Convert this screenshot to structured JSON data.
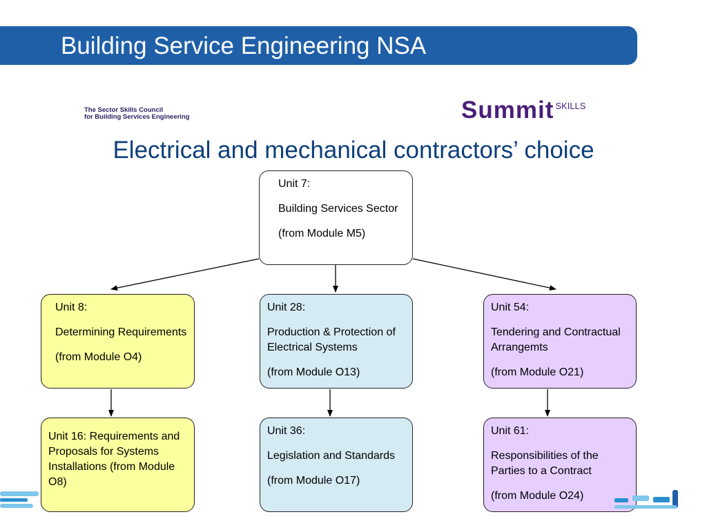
{
  "header": {
    "title": "Building Service Engineering NSA"
  },
  "logos": {
    "ssc_line1": "The Sector Skills Council",
    "ssc_line2": "for Building Services Engineering",
    "summit_word": "Summit",
    "summit_skills": "SKILLS"
  },
  "subtitle": "Electrical and mechanical contractors’ choice",
  "nodes": {
    "unit7": {
      "l1": "Unit 7:",
      "l2": "Building Services Sector",
      "l3": "(from Module M5)"
    },
    "unit8": {
      "l1": "Unit 8:",
      "l2": "Determining Requirements",
      "l3": "(from Module O4)"
    },
    "unit28": {
      "l1": "Unit 28:",
      "l2": "Production & Protection of Electrical Systems",
      "l3": "(from Module O13)"
    },
    "unit54": {
      "l1": "Unit 54:",
      "l2": "Tendering and Contractual Arrangemts",
      "l3": "(from Module O21)"
    },
    "unit16": {
      "text": "Unit 16: Requirements and Proposals for Systems Installations (from Module O8)"
    },
    "unit36": {
      "l1": "Unit 36:",
      "l2": "Legislation and Standards",
      "l3": "(from Module O17)"
    },
    "unit61": {
      "l1": "Unit 61:",
      "l2": "Responsibilities of the Parties to a Contract",
      "l3": "(from Module O24)"
    }
  },
  "colors": {
    "title_bar": "#1f5fa8",
    "yellow_nodes": "#fbff9e",
    "blue_nodes": "#d5ebf3",
    "purple_nodes": "#e6cfff"
  }
}
